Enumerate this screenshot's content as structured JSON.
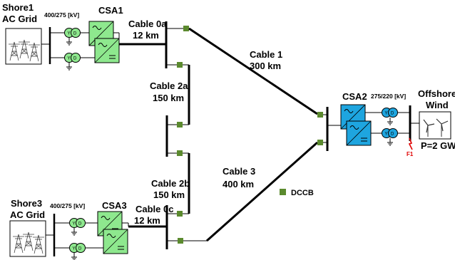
{
  "nodes": {
    "shore1": {
      "title": "Shore1",
      "subtitle": "AC Grid",
      "voltage": "400/275 [kV]",
      "converter": "CSA1"
    },
    "shore3": {
      "title": "Shore3",
      "subtitle": "AC Grid",
      "voltage": "400/275 [kV]",
      "converter": "CSA3"
    },
    "offshore": {
      "converter": "CSA2",
      "voltage": "275/220 [kV]",
      "title": "Offshore",
      "subtitle": "Wind",
      "power": "P=2 GW",
      "fault": "F1"
    }
  },
  "cables": {
    "c0a": {
      "name": "Cable 0a",
      "length": "12 km"
    },
    "c1": {
      "name": "Cable 1",
      "length": "300 km"
    },
    "c2a": {
      "name": "Cable 2a",
      "length": "150 km"
    },
    "c2b": {
      "name": "Cable 2b",
      "length": "150 km"
    },
    "c3": {
      "name": "Cable 3",
      "length": "400 km"
    },
    "c0c": {
      "name": "Cable 0c",
      "length": "12 km"
    }
  },
  "legend": {
    "label": "DCCB",
    "color": "#5b8a2e"
  },
  "colors": {
    "converter_ac": "#8ee88e",
    "converter_offshore": "#1ea5df",
    "breaker": "#5b8a2e",
    "fault": "#e00000"
  }
}
